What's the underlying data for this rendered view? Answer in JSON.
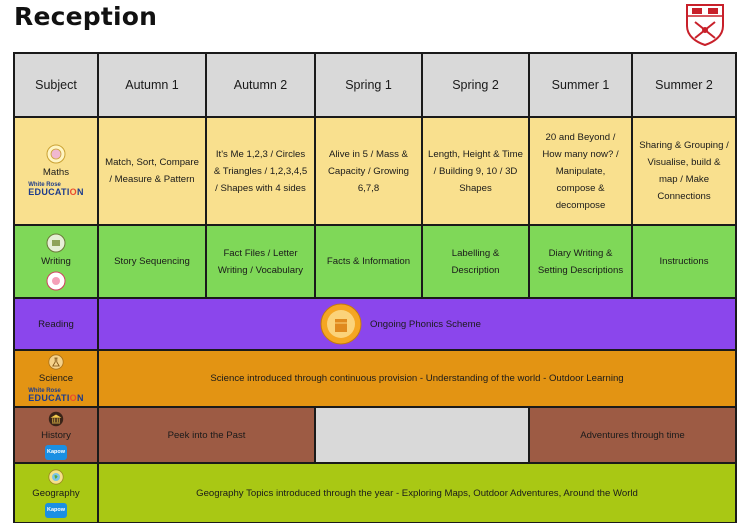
{
  "page": {
    "title": "Reception"
  },
  "header": {
    "subject": "Subject",
    "terms": [
      "Autumn 1",
      "Autumn 2",
      "Spring 1",
      "Spring 2",
      "Summer 1",
      "Summer 2"
    ]
  },
  "maths": {
    "label": "Maths",
    "logo_text": {
      "top": "White Rose",
      "edu": "EDUCATI",
      "edu_o": "O",
      "edu_end": "N"
    },
    "cells": [
      "Match, Sort, Compare / Measure & Pattern",
      "It's Me 1,2,3 / Circles & Triangles / 1,2,3,4,5 / Shapes with 4 sides",
      "Alive in 5 / Mass & Capacity / Growing 6,7,8",
      "Length, Height & Time / Building 9, 10 / 3D Shapes",
      "20 and Beyond / How many now? / Manipulate, compose & decompose",
      "Sharing & Grouping / Visualise, build & map / Make Connections"
    ]
  },
  "writing": {
    "label": "Writing",
    "cells": [
      "Story Sequencing",
      "Fact Files / Letter Writing / Vocabulary",
      "Facts & Information",
      "Labelling & Description",
      "Diary Writing & Setting Descriptions",
      "Instructions"
    ]
  },
  "reading": {
    "label": "Reading",
    "text": "Ongoing Phonics Scheme"
  },
  "science": {
    "label": "Science",
    "logo_text": {
      "top": "White Rose",
      "edu": "EDUCATI",
      "edu_o": "O",
      "edu_end": "N"
    },
    "text": "Science introduced through continuous provision - Understanding of the world - Outdoor Learning"
  },
  "history": {
    "label": "History",
    "kapow": "Kapow",
    "autumn": "Peek into the Past",
    "summer": "Adventures through time"
  },
  "geography": {
    "label": "Geography",
    "kapow": "Kapow",
    "text": "Geography Topics introduced through the year - Exploring Maps, Outdoor Adventures, Around the World"
  },
  "colors": {
    "header": "#d9d9d9",
    "maths": "#f9e08e",
    "writing": "#7fd858",
    "reading": "#8b46ec",
    "science": "#e39413",
    "history": "#9d5b44",
    "geography": "#a9c814"
  }
}
